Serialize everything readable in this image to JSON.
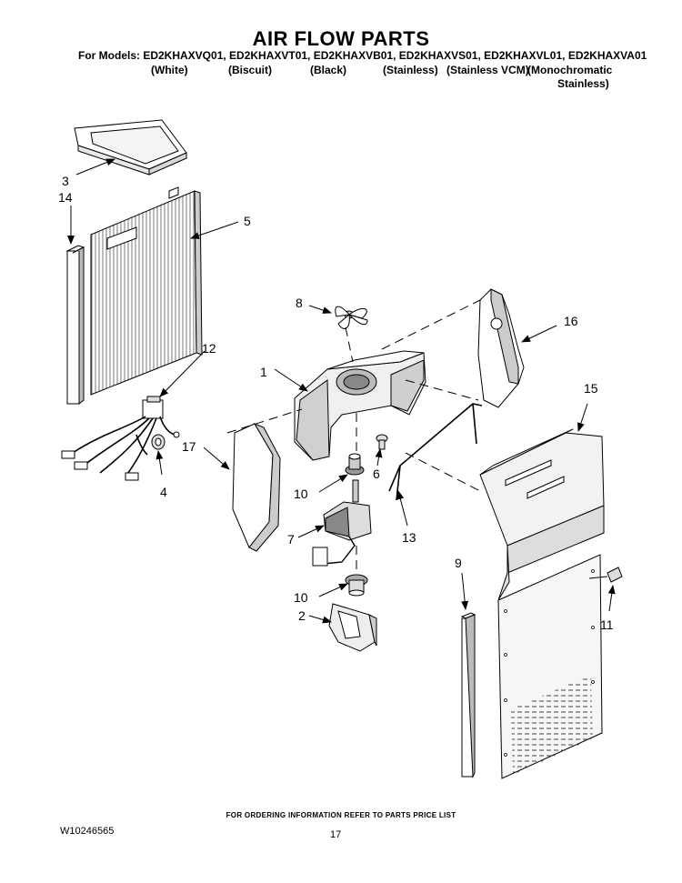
{
  "header": {
    "title": "AIR FLOW PARTS",
    "models_line": "For Models: ED2KHAXVQ01, ED2KHAXVT01, ED2KHAXVB01, ED2KHAXVS01, ED2KHAXVL01, ED2KHAXVA01",
    "colors": [
      "(White)",
      "(Biscuit)",
      "(Black)",
      "(Stainless)",
      "(Stainless VCM)",
      "(Monochromatic",
      "Stainless)"
    ]
  },
  "callouts": {
    "c1": "1",
    "c2": "2",
    "c3": "3",
    "c4": "4",
    "c5": "5",
    "c6": "6",
    "c7": "7",
    "c8": "8",
    "c9": "9",
    "c10a": "10",
    "c10b": "10",
    "c11": "11",
    "c12": "12",
    "c13": "13",
    "c14": "14",
    "c15": "15",
    "c16": "16",
    "c17": "17"
  },
  "footer": {
    "ordering_note": "FOR ORDERING INFORMATION REFER TO PARTS PRICE LIST",
    "doc_number": "W10246565",
    "page_number": "17"
  }
}
